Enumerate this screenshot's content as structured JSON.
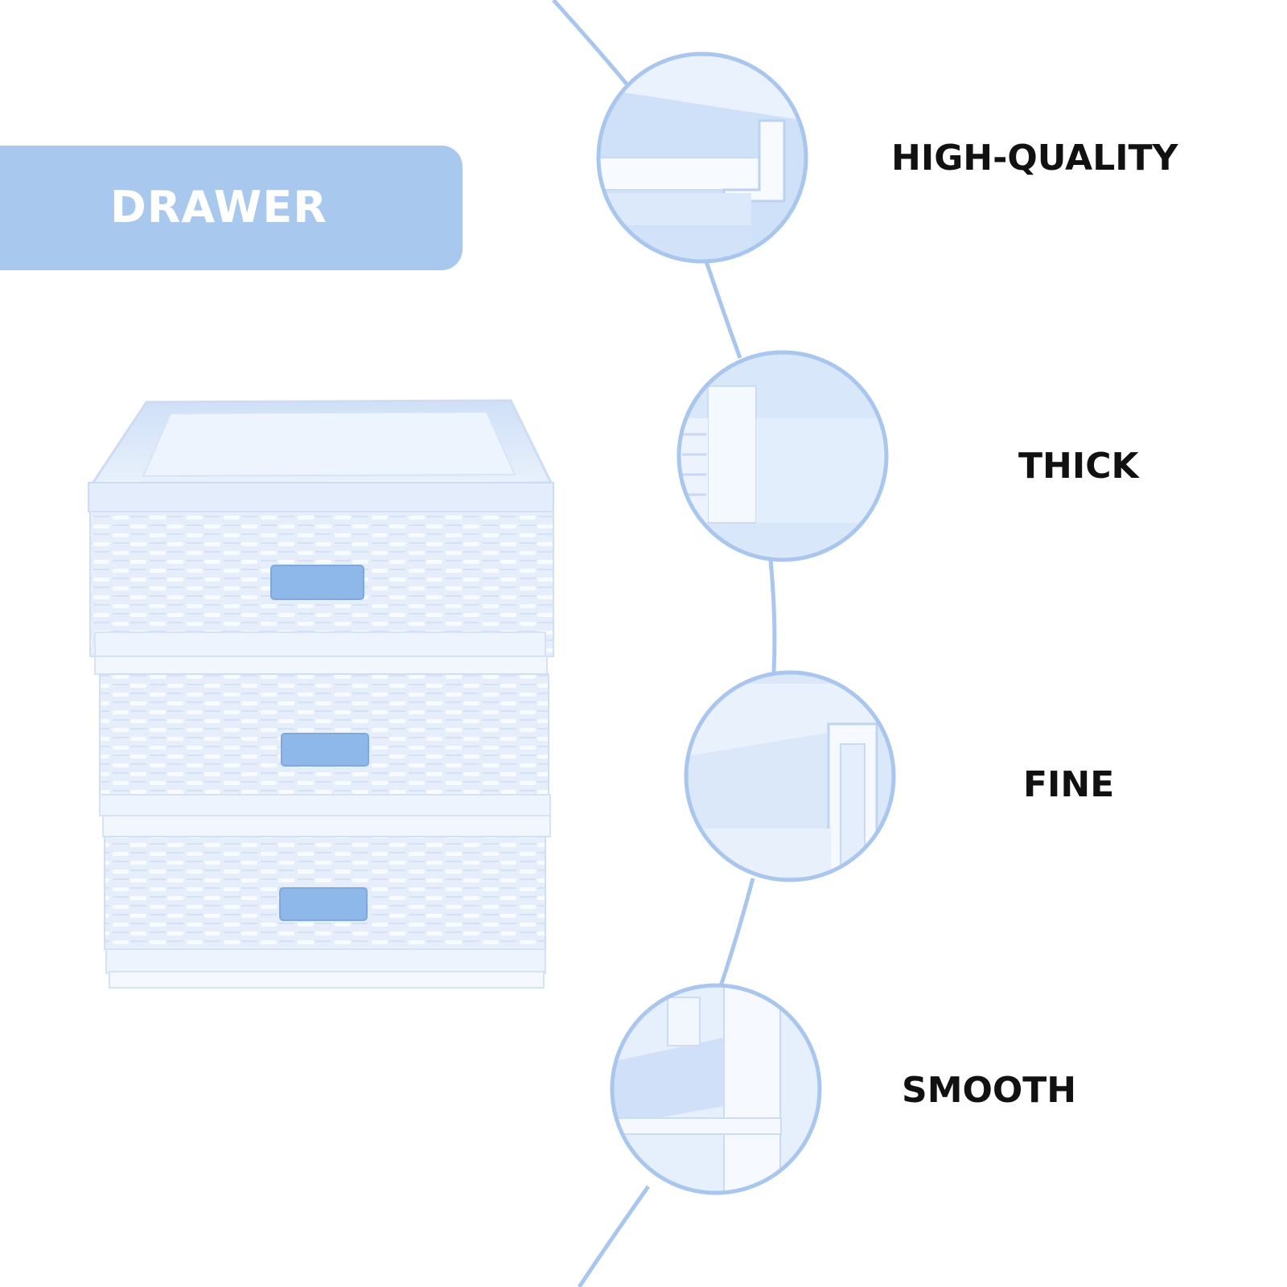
{
  "title": "DRAWER",
  "features": [
    {
      "label": "HIGH-QUALITY"
    },
    {
      "label": "THICK"
    },
    {
      "label": "FINE"
    },
    {
      "label": "SMOOTH"
    }
  ],
  "colors": {
    "accent": "#a9c8ee",
    "line": "#a8c6ee",
    "drawer_body": "#e2ecfb",
    "handle": "#8fb8ea",
    "text": "#111111"
  }
}
